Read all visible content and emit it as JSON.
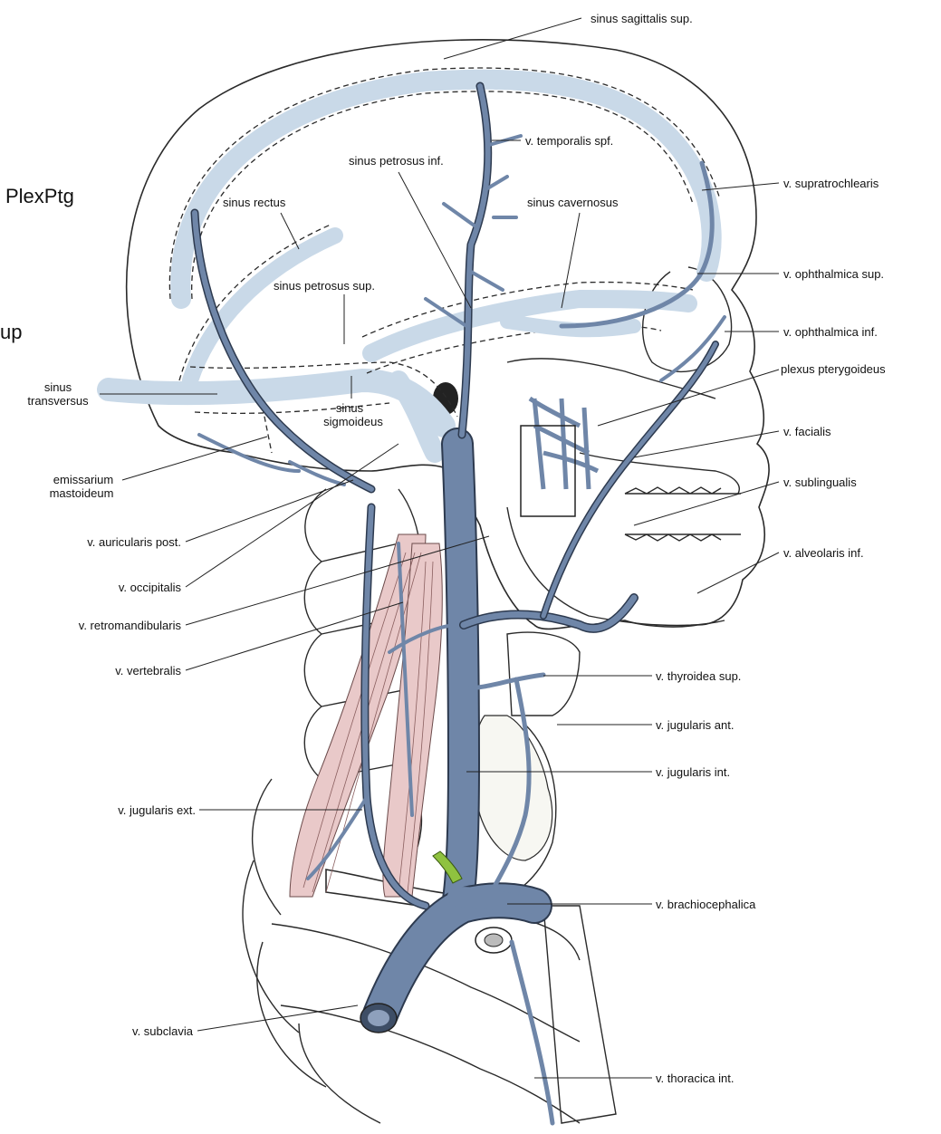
{
  "overlay": {
    "text1": "PlexPtg",
    "text2": "up"
  },
  "labels": {
    "sinus_sagittalis_sup": "sinus sagittalis sup.",
    "v_temporalis_spf": "v. temporalis spf.",
    "sinus_petrosus_inf": "sinus petrosus inf.",
    "sinus_rectus": "sinus rectus",
    "sinus_cavernosus": "sinus cavernosus",
    "v_supratrochlearis": "v. supratrochlearis",
    "v_ophthalmica_sup": "v. ophthalmica sup.",
    "sinus_petrosus_sup": "sinus petrosus sup.",
    "v_ophthalmica_inf": "v. ophthalmica inf.",
    "plexus_pterygoideus": "plexus pterygoideus",
    "sinus_transversus_1": "sinus",
    "sinus_transversus_2": "transversus",
    "sinus_sigmoideus_1": "sinus",
    "sinus_sigmoideus_2": "sigmoideus",
    "v_facialis": "v. facialis",
    "emissarium_1": "emissarium",
    "emissarium_2": "mastoideum",
    "v_sublingualis": "v. sublingualis",
    "v_auricularis_post": "v. auricularis post.",
    "v_alveolaris_inf": "v. alveolaris inf.",
    "v_occipitalis": "v. occipitalis",
    "v_retromandibularis": "v. retromandibularis",
    "v_vertebralis": "v. vertebralis",
    "v_thyroidea_sup": "v. thyroidea sup.",
    "v_jugularis_ant": "v. jugularis ant.",
    "v_jugularis_int": "v. jugularis int.",
    "v_jugularis_ext": "v. jugularis ext.",
    "v_brachiocephalica": "v. brachiocephalica",
    "v_subclavia": "v. subclavia",
    "v_thoracica_int": "v. thoracica int."
  },
  "colors": {
    "vein": "#6f86a8",
    "sinus": "#c9d9e8",
    "muscle": "#e9c9c9",
    "nerve_green": "#8fc23f",
    "line": "#2a2a2a"
  }
}
